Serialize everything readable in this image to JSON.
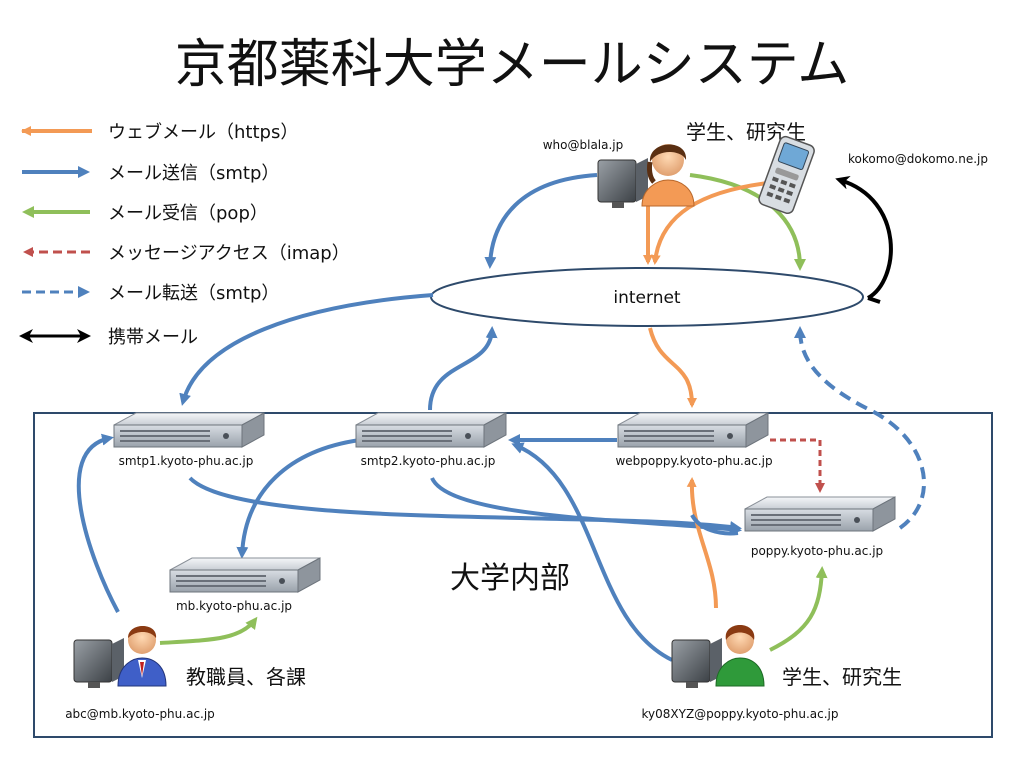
{
  "title": "京都薬科大学メールシステム",
  "legend": [
    {
      "label": "ウェブメール（https）",
      "color": "#f39a55",
      "style": "solid",
      "icon": "orange-arrow-icon"
    },
    {
      "label": "メール送信（smtp）",
      "color": "#4f81bd",
      "style": "solid",
      "icon": "blue-arrow-icon"
    },
    {
      "label": "メール受信（pop）",
      "color": "#8fbf5a",
      "style": "solid",
      "icon": "green-arrow-icon"
    },
    {
      "label": "メッセージアクセス（imap）",
      "color": "#c0504d",
      "style": "dashed",
      "icon": "red-dashed-arrow-icon"
    },
    {
      "label": "メール転送（smtp）",
      "color": "#4f81bd",
      "style": "dashed",
      "icon": "blue-dashed-arrow-icon"
    },
    {
      "label": "携帯メール",
      "color": "#000000",
      "style": "double",
      "icon": "black-double-arrow-icon"
    }
  ],
  "network": {
    "label": "internet"
  },
  "region_label": "大学内部",
  "servers": {
    "smtp1": "smtp1.kyoto-phu.ac.jp",
    "smtp2": "smtp2.kyoto-phu.ac.jp",
    "webpoppy": "webpoppy.kyoto-phu.ac.jp",
    "poppy": "poppy.kyoto-phu.ac.jp",
    "mb": "mb.kyoto-phu.ac.jp"
  },
  "users": {
    "external_email": "who@blala.jp",
    "external_role": "学生、研究生",
    "mobile_email": "kokomo@dokomo.ne.jp",
    "staff_email": "abc@mb.kyoto-phu.ac.jp",
    "staff_role": "教職員、各課",
    "student_email": "ky08XYZ@poppy.kyoto-phu.ac.jp",
    "student_role": "学生、研究生"
  },
  "colors": {
    "orange": "#f39a55",
    "blue": "#4f81bd",
    "green": "#8fbf5a",
    "red": "#c0504d",
    "black": "#000000",
    "border": "#2e4a6b"
  }
}
